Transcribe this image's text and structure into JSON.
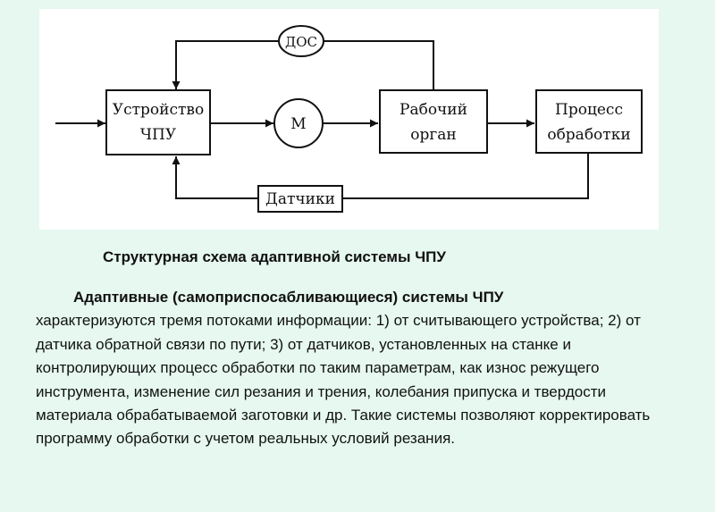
{
  "diagram": {
    "blocks": {
      "cnc_device": [
        "Устройство",
        "ЧПУ"
      ],
      "motor": "М",
      "working_organ": [
        "Рабочий",
        "орган"
      ],
      "process": [
        "Процесс",
        "обработки"
      ],
      "dos": "ДОС",
      "sensors": "Датчики"
    }
  },
  "caption": "Структурная схема адаптивной системы ЧПУ",
  "description": {
    "lead": "Адаптивные (самоприспосабливающиеся) системы ЧПУ",
    "text": "характеризуются тремя потоками информации: 1) от считывающего устройства; 2) от датчика обратной связи по пути; 3) от датчиков, установленных на станке и контролирующих процесс обработки по таким параметрам, как износ режущего инструмента, изменение сил резания и трения, колебания припуска и твердости материала обрабатываемой заготовки и др. Такие системы позволяют корректировать программу обработки с учетом реальных условий резания."
  }
}
